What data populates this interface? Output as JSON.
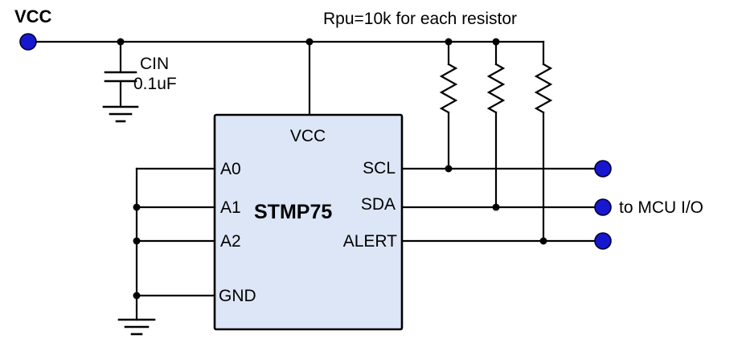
{
  "diagram": {
    "type": "schematic",
    "description": "STMP75 temperature sensor with I2C pull-up resistors",
    "labels": {
      "vcc": "VCC",
      "cin_name": "CIN",
      "cin_value": "0.1uF",
      "rpu_note": "Rpu=10k for each resistor",
      "mcu_note": "to MCU I/O"
    },
    "ic": {
      "name": "STMP75",
      "pin_top": "VCC",
      "pins_left": [
        "A0",
        "A1",
        "A2",
        "GND"
      ],
      "pins_right": [
        "SCL",
        "SDA",
        "ALERT"
      ]
    },
    "colors": {
      "terminal_fill": "#1717cf",
      "terminal_stroke": "#000033",
      "wire": "#000000",
      "ic_fill": "#dce6f6",
      "ic_stroke": "#000000"
    }
  }
}
